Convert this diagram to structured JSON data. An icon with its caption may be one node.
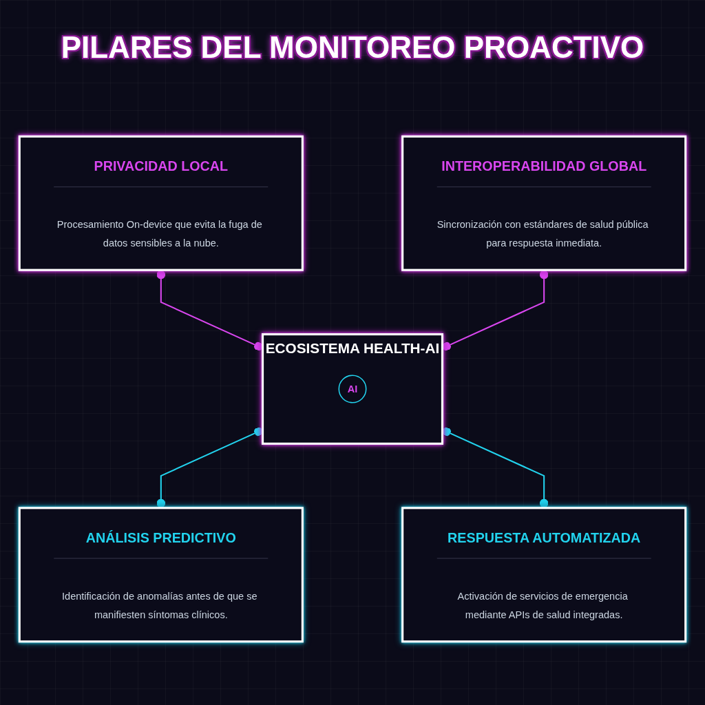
{
  "diagram": {
    "title": "PILARES DEL MONITOREO PROACTIVO",
    "nodes": [
      {
        "text": [
          "PRIVACIDAD LOCAL",
          "Procesamiento On-device que evita la fuga de datos sensibles a la nube."
        ]
      },
      {
        "text": [
          "INTEROPERABILIDAD GLOBAL",
          "Sincronización con estándares de salud pública para respuesta inmediata."
        ]
      },
      {
        "text": [
          "ECOSISTEMA HEALTH-AI"
        ]
      },
      {
        "text": [
          "AI"
        ],
        "in": 2
      },
      {
        "text": [
          "ANÁLISIS PREDICTIVO",
          "Identificación de anomalías antes de que se manifiesten síntomas clínicos."
        ]
      },
      {
        "text": [
          "RESPUESTA AUTOMATIZADA",
          "Activación de servicios de emergencia mediante APIs de salud integradas."
        ]
      }
    ],
    "edges": [
      {
        "from": 0,
        "to": 2,
        "arrow": "other",
        "color": "#d946ef"
      },
      {
        "from": 1,
        "to": 2,
        "arrow": "other",
        "color": "#d946ef"
      },
      {
        "from": 2,
        "to": 4,
        "arrow": "other",
        "color": "#22d3ee"
      },
      {
        "from": 2,
        "to": 5,
        "arrow": "other",
        "color": "#22d3ee"
      }
    ]
  }
}
